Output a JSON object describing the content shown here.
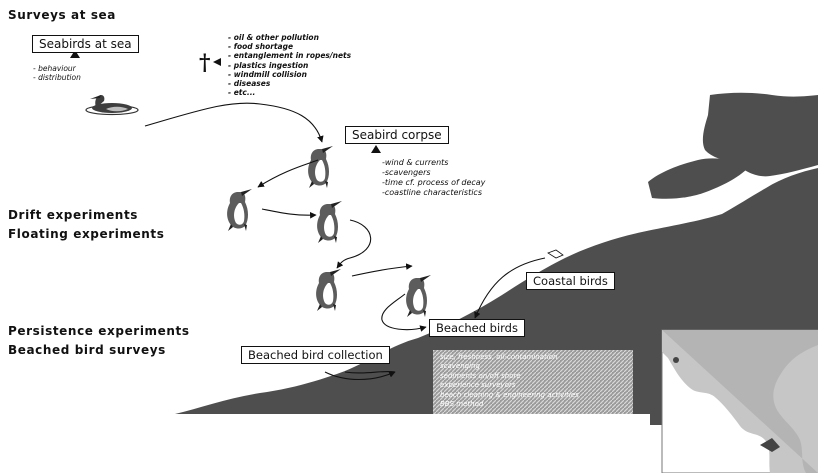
{
  "headings": {
    "surveys": "Surveys at sea",
    "drift": "Drift experiments",
    "floating": "Floating experiments",
    "persistence": "Persistence experiments",
    "beached_surveys": "Beached bird surveys"
  },
  "boxes": {
    "seabirds_at_sea": "Seabirds at sea",
    "seabird_corpse": "Seabird corpse",
    "coastal_birds": "Coastal birds",
    "beached_birds": "Beached birds",
    "beached_bird_collection": "Beached bird collection"
  },
  "lists": {
    "sea_factors": [
      "- behaviour",
      "- distribution"
    ],
    "mortality_causes": [
      "- oil & other pollution",
      "- food shortage",
      "- entanglement in ropes/nets",
      "- plastics ingestion",
      "- windmill collision",
      "- diseases",
      "- etc..."
    ],
    "corpse_factors": [
      "-wind & currents",
      "-scavengers",
      "-time cf. process of decay",
      "-coastline characteristics"
    ],
    "collection_factors": [
      "size, freshness, oil-contamination",
      "scavenging",
      "sediments on/off shore",
      "experience surveyors",
      "beach cleaning & engineering activities",
      "BBS method"
    ]
  },
  "symbols": {
    "death": "†"
  },
  "icons": [
    "swimming-seabird-icon",
    "dead-seabird-icon",
    "cross-icon",
    "map-inset-icon"
  ]
}
